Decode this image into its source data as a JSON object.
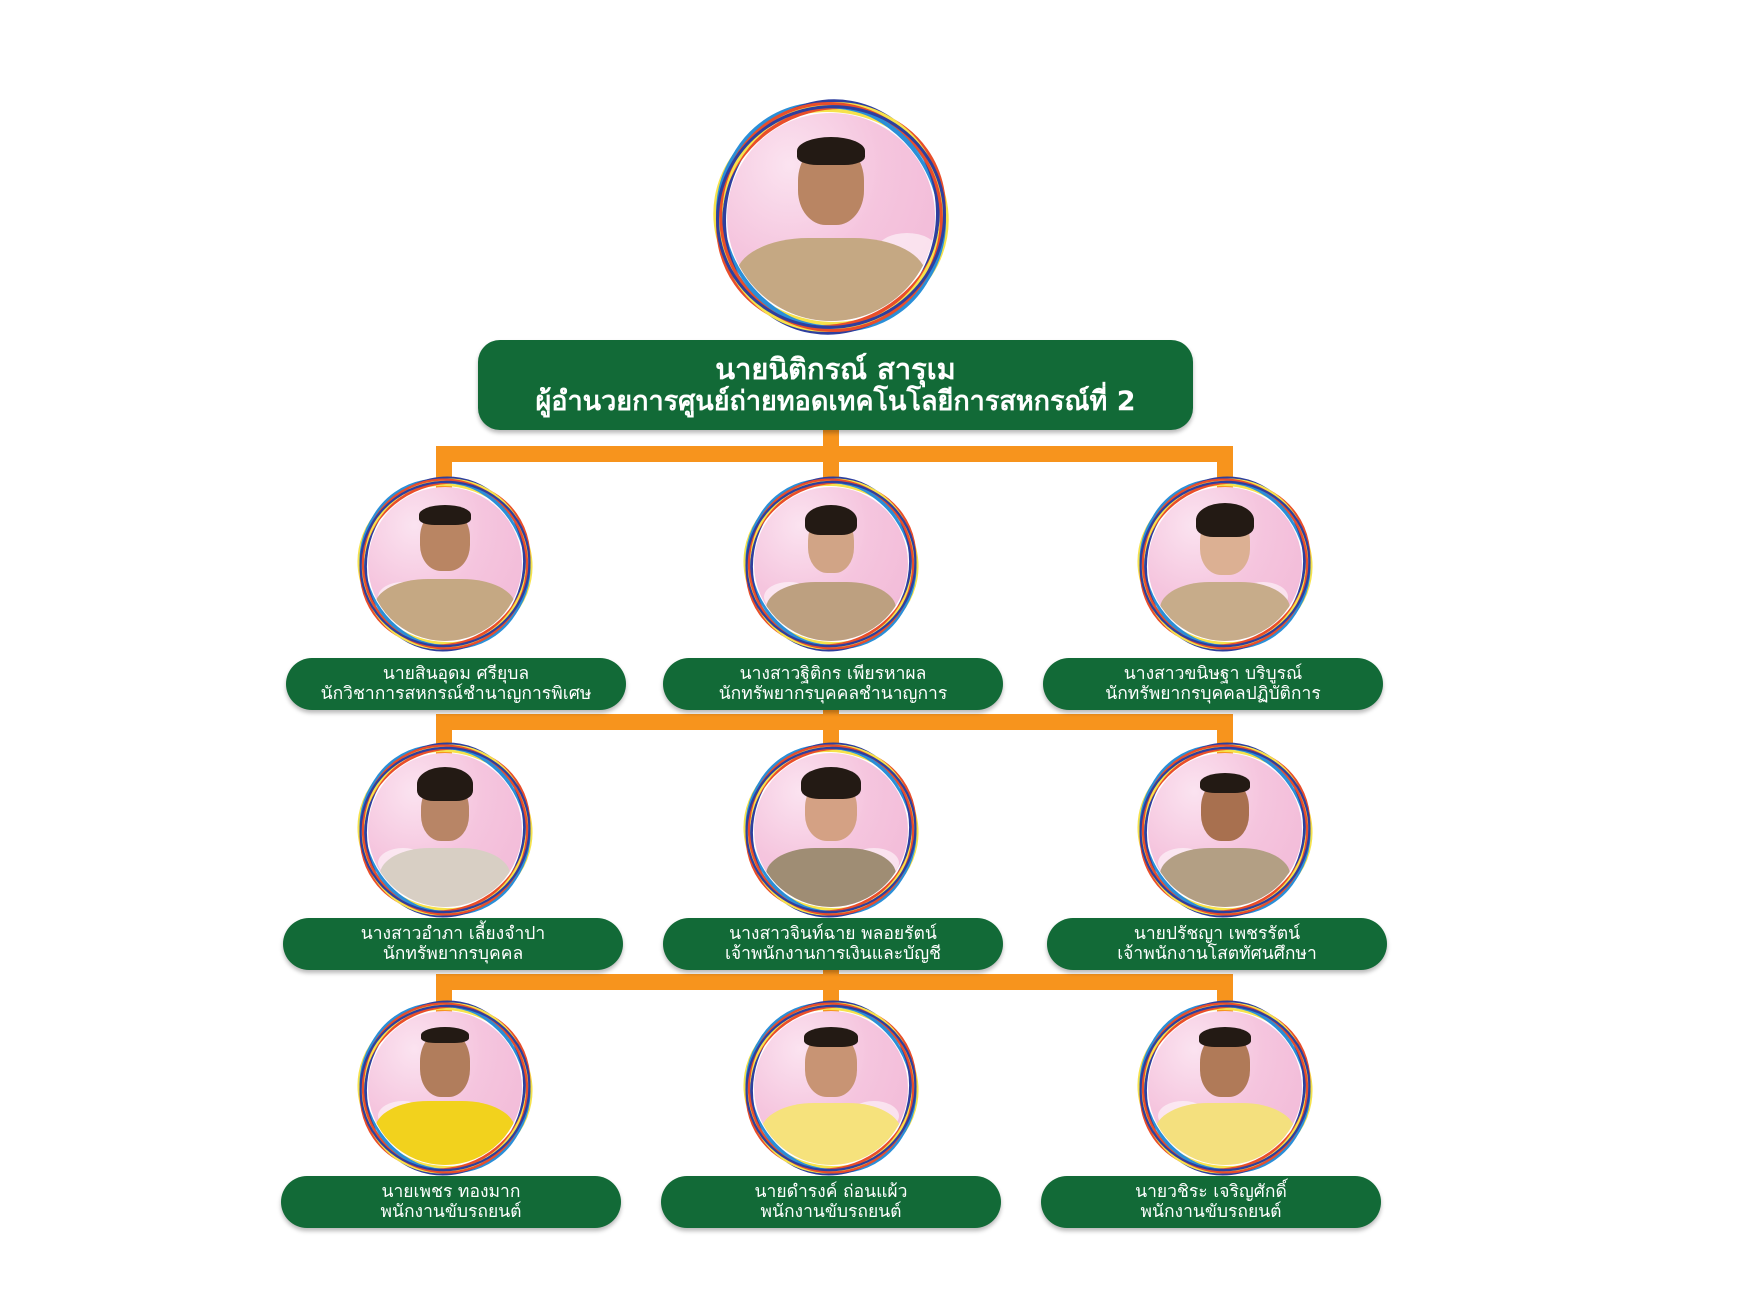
{
  "chart": {
    "type": "org-chart",
    "colors": {
      "label_bg": "#126A37",
      "label_text": "#FFFFFF",
      "connector": "#F7941D",
      "ring_colors": [
        "#E94E2A",
        "#2A8FD8",
        "#F6E24B",
        "#2E3F9E"
      ],
      "photo_bg": "#F3C4DD"
    }
  },
  "director": {
    "name": "นายนิติกรณ์ สารุเม",
    "title": "ผู้อำนวยการศูนย์ถ่ายทอดเทคโนโลยีการสหกรณ์ที่ 2",
    "attire": "khaki"
  },
  "rows": [
    {
      "members": [
        {
          "name": "นายสินอุดม ศรียุบล",
          "title": "นักวิชาการสหกรณ์ชำนาญการพิเศษ",
          "attire": "khaki"
        },
        {
          "name": "นางสาวฐิติกร เพียรหาผล",
          "title": "นักทรัพยากรบุคคลชำนาญการ",
          "attire": "khaki"
        },
        {
          "name": "นางสาวขนิษฐา บริบูรณ์",
          "title": "นักทรัพยากรบุคคลปฏิบัติการ",
          "attire": "khaki"
        }
      ]
    },
    {
      "members": [
        {
          "name": "นางสาวอำภา เลี้ยงจำปา",
          "title": "นักทรัพยากรบุคคล",
          "attire": "khaki"
        },
        {
          "name": "นางสาวจินท์ฉาย พลอยรัตน์",
          "title": "เจ้าพนักงานการเงินและบัญชี",
          "attire": "khaki"
        },
        {
          "name": "นายปรัชญา เพชรรัตน์",
          "title": "เจ้าพนักงานโสตทัศนศึกษา",
          "attire": "khaki"
        }
      ]
    },
    {
      "members": [
        {
          "name": "นายเพชร ทองมาก",
          "title": "พนักงานขับรถยนต์",
          "attire": "yellow"
        },
        {
          "name": "นายดำรงค์ ถ่อนแผ้ว",
          "title": "พนักงานขับรถยนต์",
          "attire": "yellow"
        },
        {
          "name": "นายวชิระ เจริญศักดิ์",
          "title": "พนักงานขับรถยนต์",
          "attire": "yellow"
        }
      ]
    }
  ]
}
